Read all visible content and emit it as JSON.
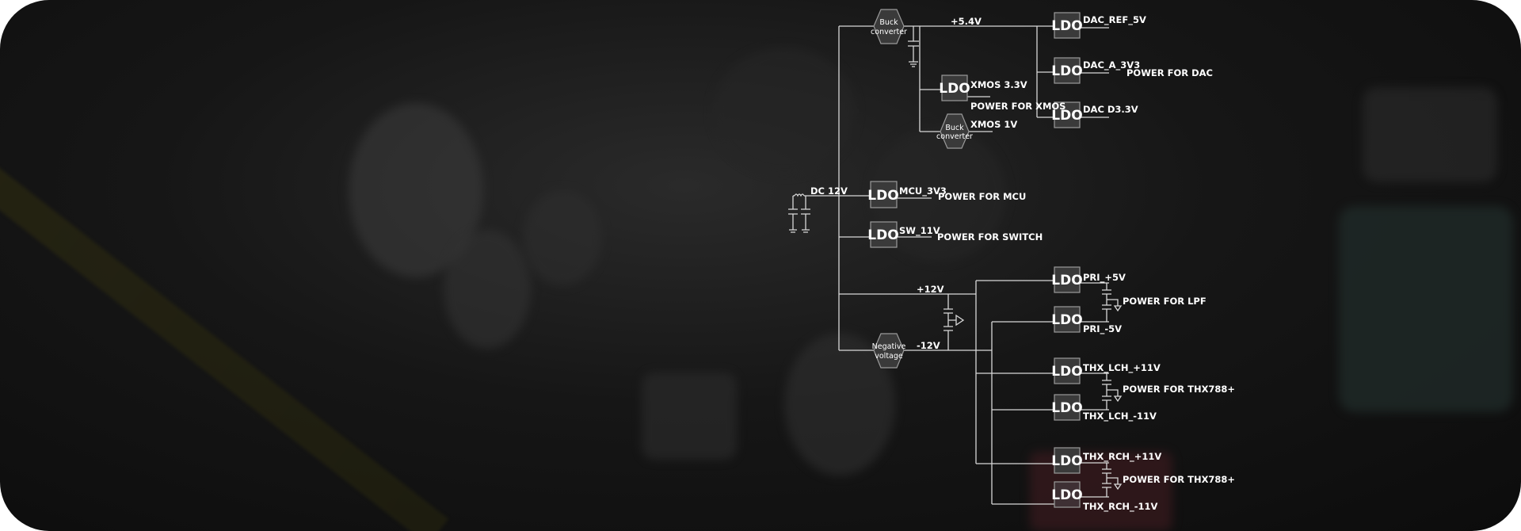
{
  "diagram": {
    "ldo_label": "LDO",
    "buck_top": [
      "Buck",
      "converter"
    ],
    "buck_xmos": [
      "Buck",
      "converter"
    ],
    "negative": [
      "Negative",
      "voltage"
    ],
    "rails": {
      "plus_5_4": "+5.4V",
      "dc_12": "DC 12V",
      "plus_12": "+12V",
      "minus_12": "-12V"
    },
    "outputs": {
      "xmos_3v3": "XMOS 3.3V",
      "xmos_1v": "XMOS 1V",
      "dac_ref": "DAC_REF_5V",
      "dac_a": "DAC_A_3V3",
      "dac_d": "DAC D3.3V",
      "mcu": "MCU_3V3",
      "sw": "SW_11V",
      "pri_p5": "PRI_+5V",
      "pri_m5": "PRI_-5V",
      "lch_p11": "THX_LCH_+11V",
      "lch_m11": "THX_LCH_-11V",
      "rch_p11": "THX_RCH_+11V",
      "rch_m11": "THX_RCH_-11V"
    },
    "groups": {
      "xmos": "POWER FOR XMOS",
      "dac": "POWER FOR DAC",
      "mcu": "POWER FOR MCU",
      "switch": "POWER FOR SWITCH",
      "lpf": "POWER FOR LPF",
      "thx_l": "POWER FOR THX788+",
      "thx_r": "POWER FOR THX788+"
    }
  }
}
